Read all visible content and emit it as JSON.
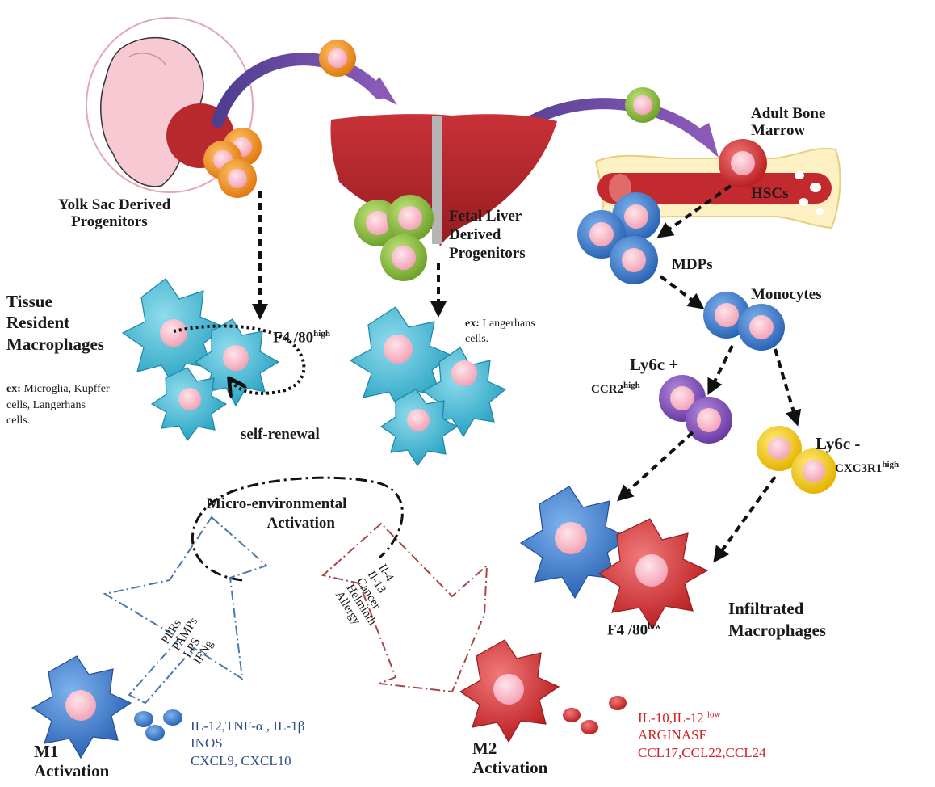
{
  "labels": {
    "yolk_sac_1": "Yolk Sac Derived",
    "yolk_sac_2": "Progenitors",
    "fetal_liver_1": "Fetal Liver",
    "fetal_liver_2": "Derived",
    "fetal_liver_3": "Progenitors",
    "bone_marrow_1": "Adult Bone",
    "bone_marrow_2": "Marrow",
    "hscs": "HSCs",
    "mdps": "MDPs",
    "monocytes": "Monocytes",
    "tissue_resident_1": "Tissue",
    "tissue_resident_2": "Resident",
    "tissue_resident_3": "Macrophages",
    "ex_prefix": "ex:",
    "tissue_ex_1": "Microglia,  Kupffer",
    "tissue_ex_2": "cells,  Langerhans",
    "tissue_ex_3": "cells.",
    "fetal_ex_1": "Langerhans",
    "fetal_ex_2": "cells.",
    "f480": "F4 /80",
    "high": "high",
    "low": "low",
    "self_renewal": "self-renewal",
    "ly6c_plus": "Ly6c +",
    "ccr2": "CCR2",
    "ly6c_minus": "Ly6c -",
    "cxc3r1": "CXC3R1",
    "infiltrated_1": "Infiltrated",
    "infiltrated_2": "Macrophages",
    "micro_env_1": "Micro-environmental",
    "micro_env_2": "Activation",
    "m1_stimuli": [
      "PPRs",
      "PAMPs",
      "LPS",
      "IFNg"
    ],
    "m2_stimuli": [
      "Il-4",
      "Il-13",
      "Cancer",
      "Helminth",
      "Allergy"
    ],
    "m1": "M1",
    "m2": "M2",
    "activation": "Activation",
    "m1_cytokines": [
      "IL-12,TNF-α , IL-1β",
      "INOS",
      "CXCL9,  CXCL10"
    ],
    "m2_cytokines_1a": "IL-10,IL-12 ",
    "m2_cytokines": [
      "IL-10,IL-12 low",
      "ARGINASE",
      "CCL17,CCL22,CCL24"
    ]
  },
  "colors": {
    "m1_text": "#2e4f86",
    "m2_text": "#d42222",
    "tissue_macrophage": "#2aa3c4",
    "infiltrated_blue": "#2c64b5",
    "infiltrated_red": "#bb1f22",
    "yolk_progenitor": "#e07a10",
    "fetal_progenitor": "#6ea22a",
    "ly6c_plus_cell": "#6a3aa4",
    "ly6c_minus_cell": "#e4b300"
  }
}
